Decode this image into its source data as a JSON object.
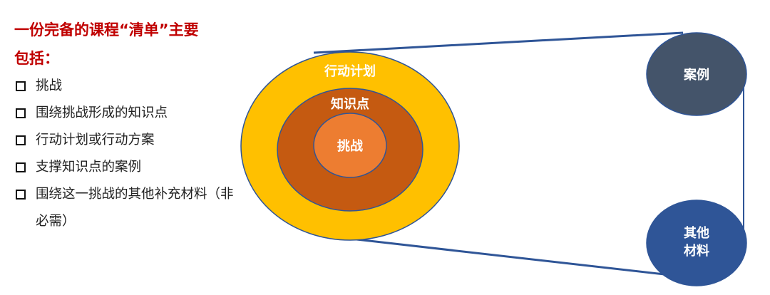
{
  "heading": {
    "line1": "一份完备的课程“清单”主要",
    "line2": "包括："
  },
  "bullets": [
    "挑战",
    "围绕挑战形成的知识点",
    "行动计划或行动方案",
    "支撑知识点的案例",
    "围绕这一挑战的其他补充材料（非必需）"
  ],
  "diagram": {
    "outer_label": "行动计划",
    "middle_label": "知识点",
    "inner_label": "挑战",
    "top_circle_label": "案例",
    "bottom_circle_label_line1": "其他",
    "bottom_circle_label_line2": "材料"
  },
  "colors": {
    "heading": "#c00000",
    "outer_ring": "#ffc000",
    "middle_ring": "#c55a11",
    "inner_circle": "#ed7d31",
    "top_circle": "#44546a",
    "bottom_circle": "#2f5597",
    "connector": "#2f5597"
  }
}
